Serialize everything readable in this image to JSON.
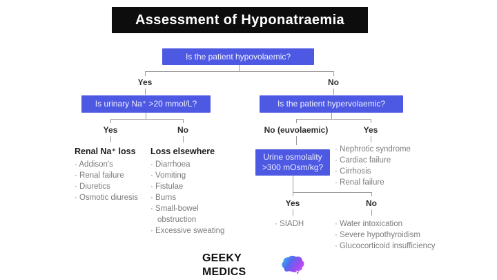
{
  "title": "Assessment of Hyponatraemia",
  "colors": {
    "banner_bg": "#0d0d0d",
    "box_blue": "#4e59e3",
    "line_gray": "#9a9a9a",
    "muted_text": "#7c7c7c",
    "dark_text": "#2d2d2d"
  },
  "flowchart": {
    "root": {
      "question": "Is the patient hypovolaemic?",
      "yes_label": "Yes",
      "no_label": "No"
    },
    "hypovolaemic": {
      "question": "Is urinary Na⁺ >20 mmol/L?",
      "yes_label": "Yes",
      "no_label": "No",
      "renal_loss": {
        "heading": "Renal Na⁺ loss",
        "items": [
          "Addison's",
          "Renal failure",
          "Diuretics",
          "Osmotic diuresis"
        ]
      },
      "loss_elsewhere": {
        "heading": "Loss elsewhere",
        "items": [
          "Diarrhoea",
          "Vomiting",
          "Fistulae",
          "Burns",
          "Small-bowel obstruction",
          "Excessive sweating"
        ]
      }
    },
    "not_hypovolaemic": {
      "question": "Is the patient hypervolaemic?",
      "no_label": "No (euvolaemic)",
      "yes_label": "Yes",
      "hypervolaemic_causes": {
        "items": [
          "Nephrotic syndrome",
          "Cardiac failure",
          "Cirrhosis",
          "Renal failure"
        ]
      },
      "euvolaemic": {
        "question_line1": "Urine osmolality",
        "question_line2": ">300 mOsm/kg?",
        "yes_label": "Yes",
        "no_label": "No",
        "high_osmolality": {
          "items": [
            "SIADH"
          ]
        },
        "low_osmolality": {
          "items": [
            "Water intoxication",
            "Severe hypothyroidism",
            "Glucocorticoid insufficiency"
          ]
        }
      }
    }
  },
  "logo": {
    "text": "GEEKY MEDICS",
    "icon": "brain-icon"
  }
}
